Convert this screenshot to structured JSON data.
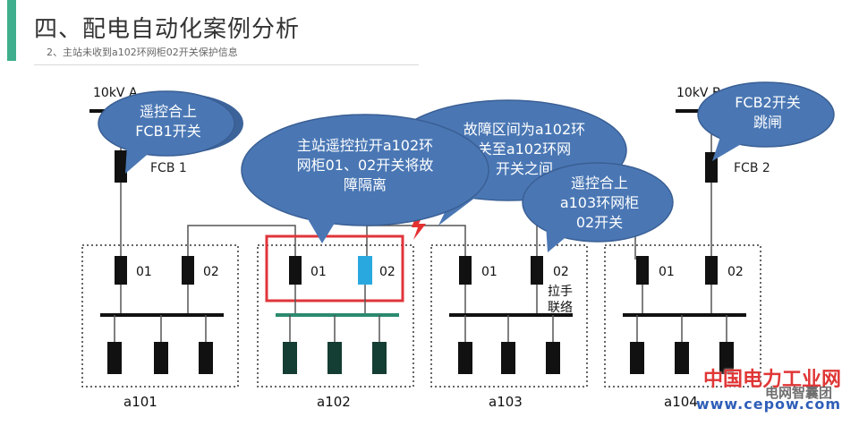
{
  "header": {
    "title": "四、配电自动化案例分析",
    "subtitle": "2、主站未收到a102环网柜02开关保护信息"
  },
  "feeders": {
    "left_label": "10kV A",
    "right_label": "10kV B",
    "fcb1_label": "FCB 1",
    "fcb2_label": "FCB 2"
  },
  "cabinets": [
    {
      "name": "a101",
      "sw1": "01",
      "sw2": "02"
    },
    {
      "name": "a102",
      "sw1": "01",
      "sw2": "02"
    },
    {
      "name": "a103",
      "sw1": "01",
      "sw2": "02",
      "note": "拉手联络"
    },
    {
      "name": "a104",
      "sw1": "01",
      "sw2": "02"
    }
  ],
  "bubbles": {
    "b1": "遥控合上\nFCB1开关",
    "b2": "主站遥控拉开a102环\n网柜01、02开关将故\n障隔离",
    "b3": "故障区间为a102环\n关至a102环网\n开关之间",
    "b4": "遥控合上\na103环网柜\n02开关",
    "b5": "FCB2开关\n跳闸"
  },
  "watermark": {
    "brand": "中国电力工业网",
    "account": "电网智囊团",
    "url": "www.cepow.com"
  },
  "colors": {
    "bubble": "#4a77b4",
    "switch": "#111111",
    "a102_outputs": "#143d33",
    "selected_switch": "#29a8e0",
    "highlight": "#e0353b",
    "fault": "#e53030"
  }
}
